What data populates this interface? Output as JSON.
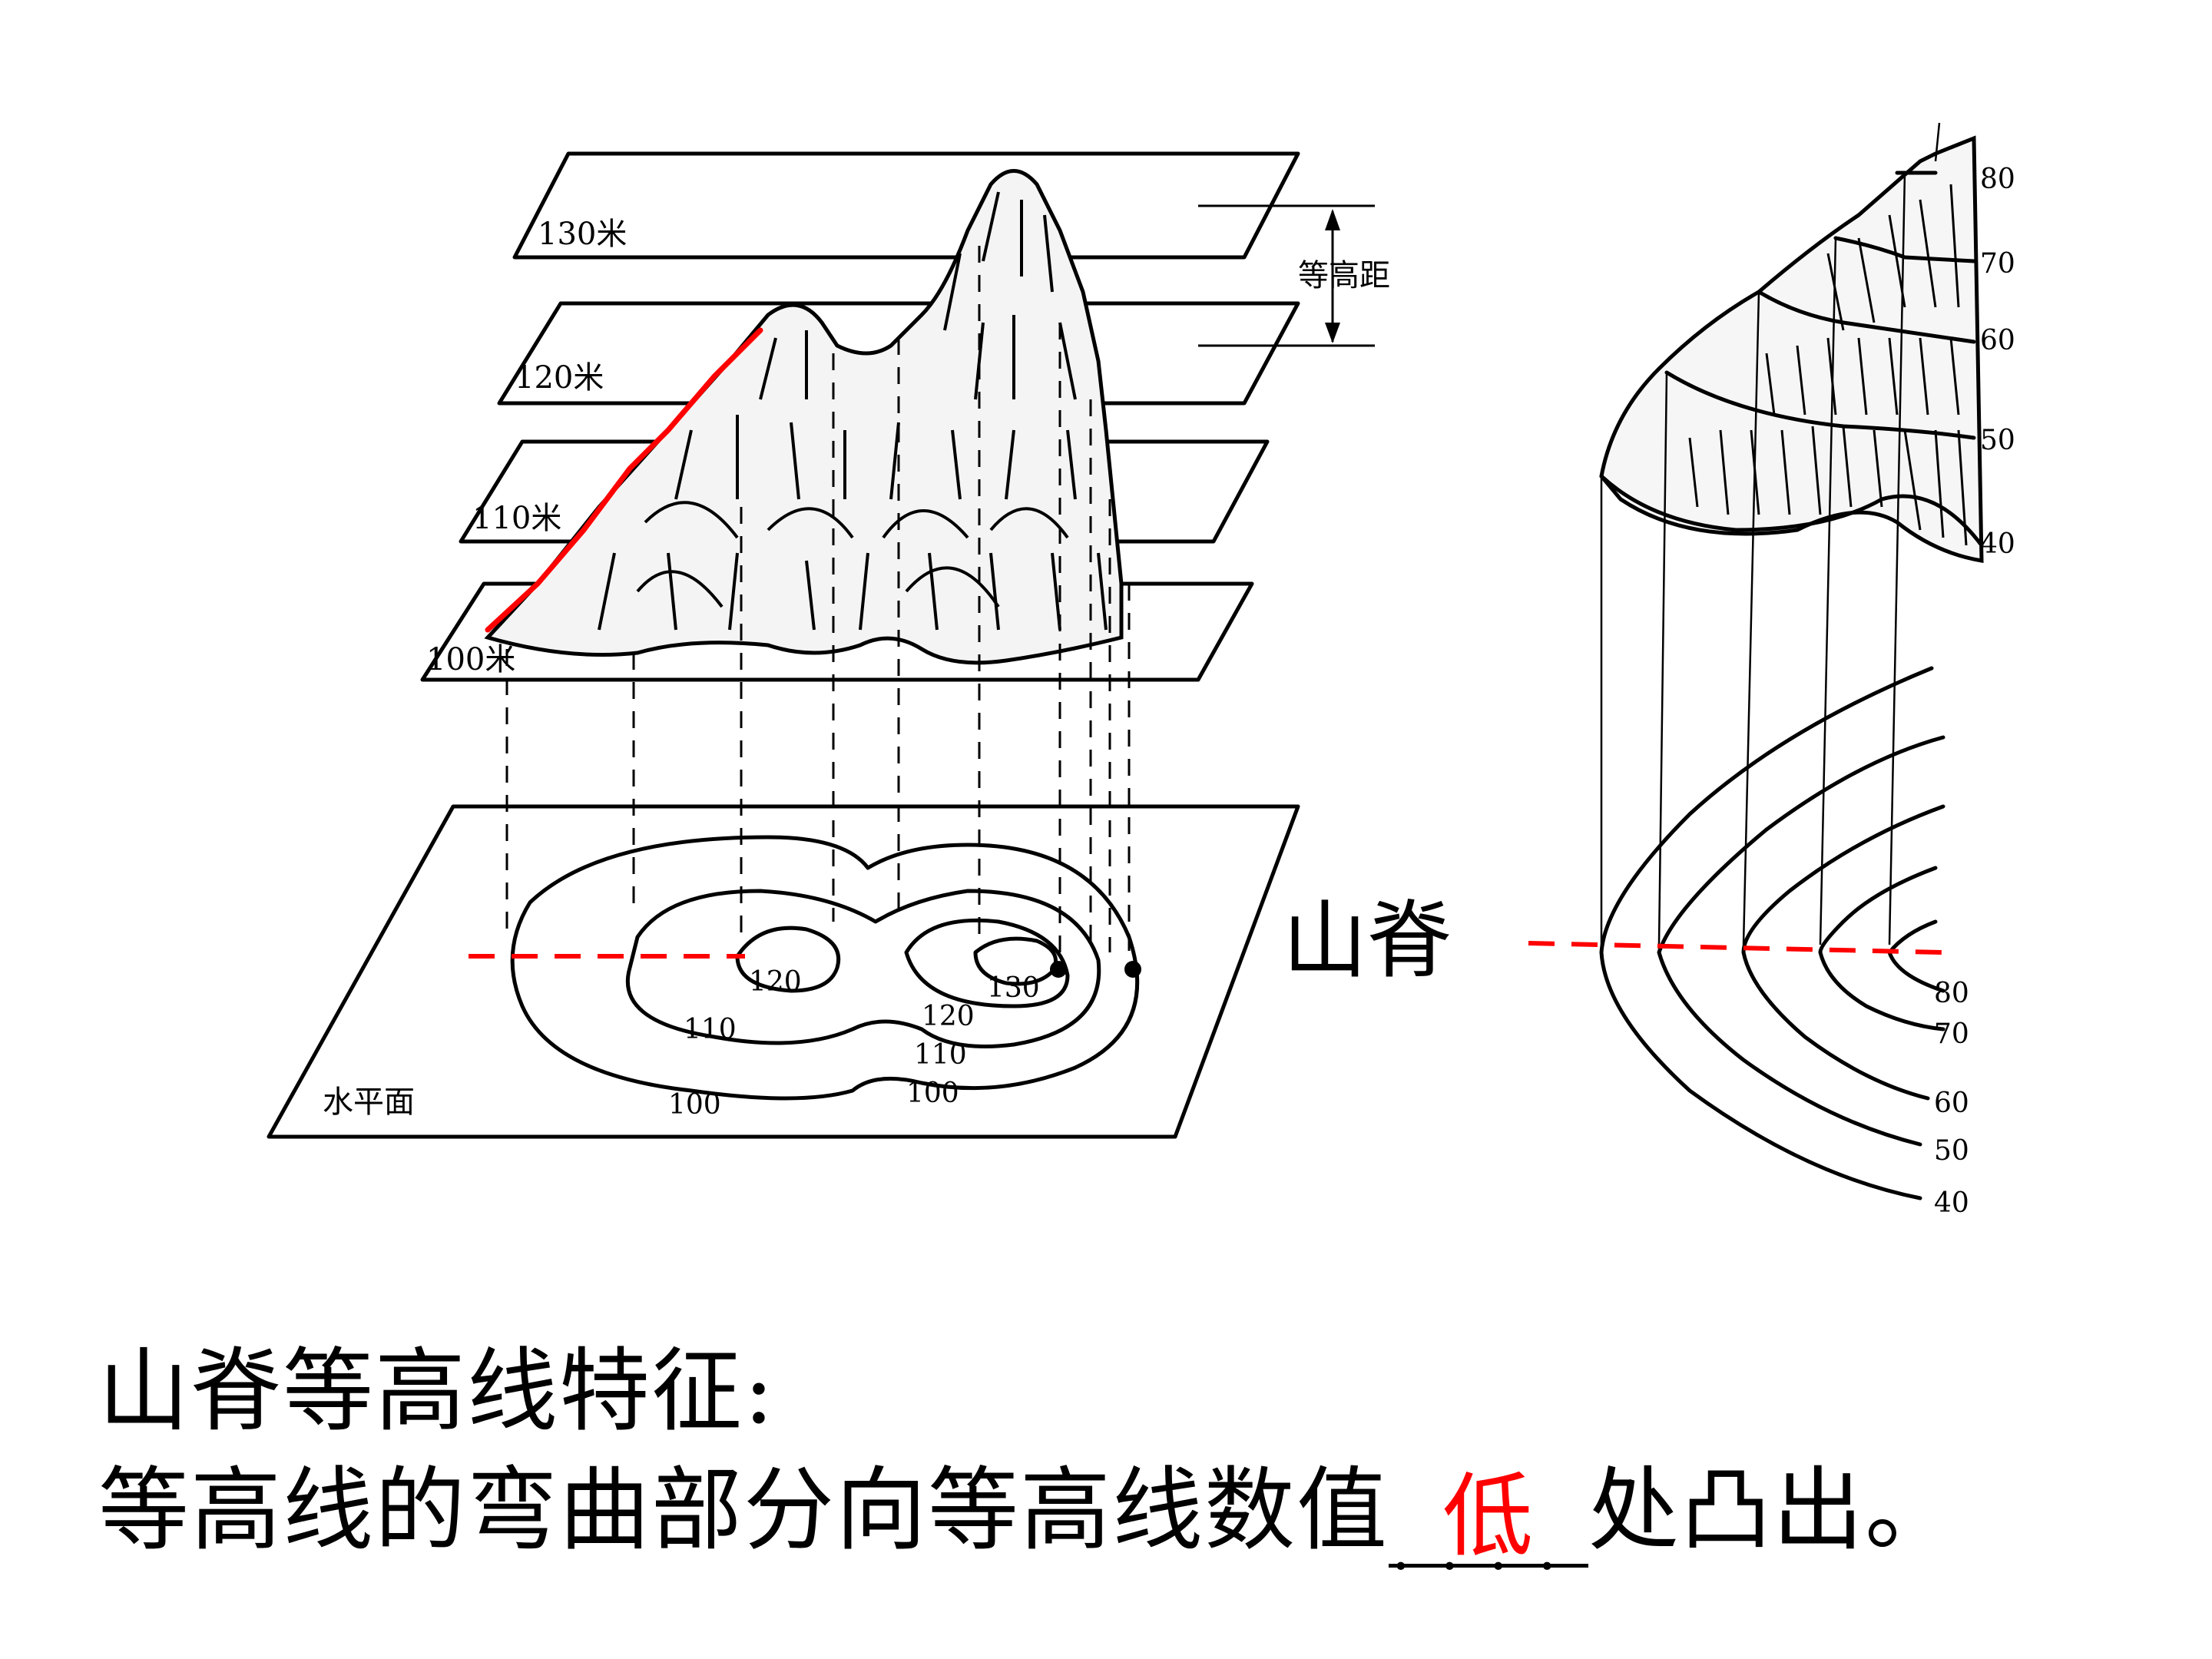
{
  "left_figure": {
    "plane_labels": [
      "130米",
      "120米",
      "110米",
      "100米"
    ],
    "interval_label": "等高距",
    "base_label": "水平面",
    "contour_labels": [
      "120",
      "130",
      "110",
      "100",
      "120",
      "110",
      "100"
    ]
  },
  "right_figure": {
    "top_elevations": [
      "80",
      "70",
      "60",
      "50",
      "40"
    ],
    "bottom_elevations": [
      "80",
      "70",
      "60",
      "50",
      "40"
    ]
  },
  "ridge_label": "山脊",
  "text": {
    "heading": "山脊等高线特征:",
    "sentence_before": "等高线的弯曲部分向等高线数值",
    "blank_dots": "....",
    "answer": "低",
    "sentence_after": "处凸出。"
  },
  "colors": {
    "highlight": "#ff0000",
    "ink": "#000000",
    "background": "#ffffff"
  }
}
